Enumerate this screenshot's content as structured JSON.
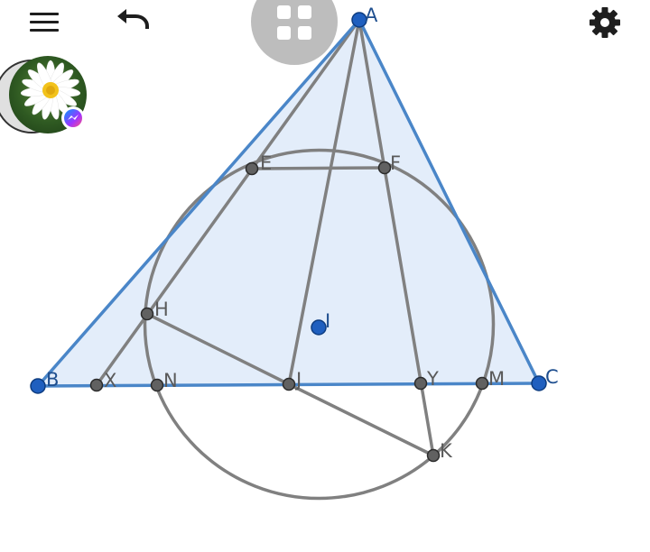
{
  "toolbar": {
    "menu_icon": "hamburger-menu-icon",
    "undo_icon": "undo-icon",
    "apps_icon": "apps-grid-icon",
    "settings_icon": "gear-icon"
  },
  "chat_head": {
    "avatar_icon": "daisy-photo-avatar",
    "badge_icon": "messenger-icon"
  },
  "colors": {
    "triangle_fill": "#e3edfa",
    "triangle_stroke": "#4a86c8",
    "construction_stroke": "#808080",
    "free_point": "#1f5fbf",
    "dependent_point": "#616161",
    "label": "#5a5a5a",
    "free_label": "#1f4f8f"
  },
  "diagram": {
    "points": [
      {
        "id": "A",
        "label": "A",
        "kind": "free"
      },
      {
        "id": "B",
        "label": "B",
        "kind": "free"
      },
      {
        "id": "C",
        "label": "C",
        "kind": "free"
      },
      {
        "id": "I",
        "label": "I",
        "kind": "free"
      },
      {
        "id": "E",
        "label": "E",
        "kind": "dependent"
      },
      {
        "id": "F",
        "label": "F",
        "kind": "dependent"
      },
      {
        "id": "H",
        "label": "H",
        "kind": "dependent"
      },
      {
        "id": "J",
        "label": "J",
        "kind": "dependent"
      },
      {
        "id": "K",
        "label": "K",
        "kind": "dependent"
      },
      {
        "id": "X",
        "label": "X",
        "kind": "dependent"
      },
      {
        "id": "N",
        "label": "N",
        "kind": "dependent"
      },
      {
        "id": "Y",
        "label": "Y",
        "kind": "dependent"
      },
      {
        "id": "M",
        "label": "M",
        "kind": "dependent"
      }
    ],
    "triangle": [
      "A",
      "B",
      "C"
    ],
    "circle": {
      "through": [
        "E",
        "F",
        "H",
        "N",
        "M",
        "K"
      ]
    },
    "segments": [
      [
        "A",
        "X"
      ],
      [
        "A",
        "J"
      ],
      [
        "A",
        "K"
      ],
      [
        "E",
        "F"
      ],
      [
        "H",
        "J"
      ],
      [
        "J",
        "K"
      ]
    ]
  }
}
